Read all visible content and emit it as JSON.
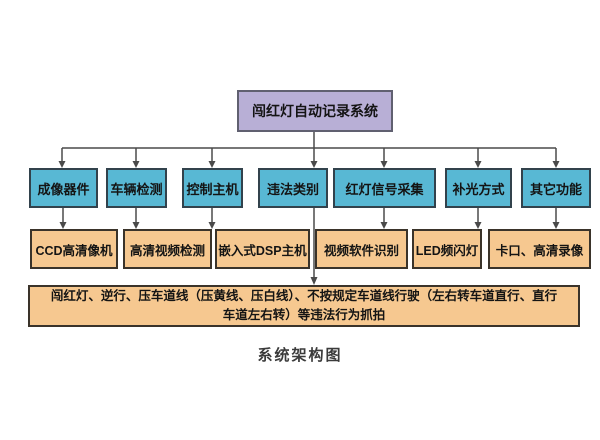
{
  "caption": "系统架构图",
  "diagram": {
    "root": "闯红灯自动记录系统",
    "categories": [
      "成像器件",
      "车辆检测",
      "控制主机",
      "违法类别",
      "红灯信号采集",
      "补光方式",
      "其它功能"
    ],
    "details": [
      "CCD高清像机",
      "高清视频检测",
      "嵌入式DSP主机",
      "视频软件识别",
      "LED频闪灯",
      "卡口、高清录像"
    ],
    "violations": {
      "line1": "闯红灯、逆行、压车道线（压黄线、压白线）、不按规定车道线行驶（左右转车道直行、直行",
      "line2": "车道左右转）等违法行为抓拍"
    }
  },
  "colors": {
    "root_fill": "#b8afd6",
    "category_fill": "#58b8d4",
    "detail_fill": "#f6c890",
    "connector": "#4a4a4a"
  }
}
